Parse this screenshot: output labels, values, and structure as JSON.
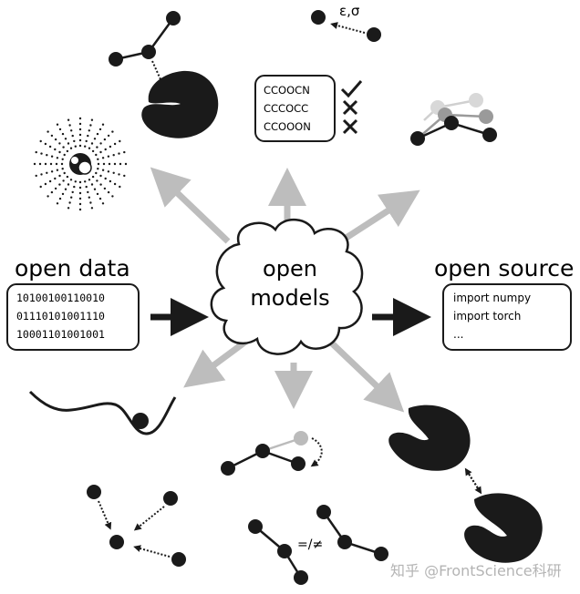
{
  "left": {
    "title": "open data",
    "binary": [
      "10100100110010",
      "01110101001110",
      "10001101001001"
    ]
  },
  "center": {
    "line1": "open",
    "line2": "models"
  },
  "right": {
    "title": "open source",
    "code": [
      "import numpy",
      "import torch",
      "..."
    ]
  },
  "smiles_box": {
    "items": [
      {
        "text": "CCOOCN",
        "mark": "check"
      },
      {
        "text": "CCCOCC",
        "mark": "cross"
      },
      {
        "text": "CCOOON",
        "mark": "cross"
      }
    ]
  },
  "labels": {
    "epsilon_sigma": "ε,σ",
    "equality": "=/≠"
  },
  "watermark": "知乎 @FrontScience科研",
  "colors": {
    "ink": "#1a1a1a",
    "arrow_gray": "#bdbdbd",
    "node_gray": "#bfbfbf"
  }
}
